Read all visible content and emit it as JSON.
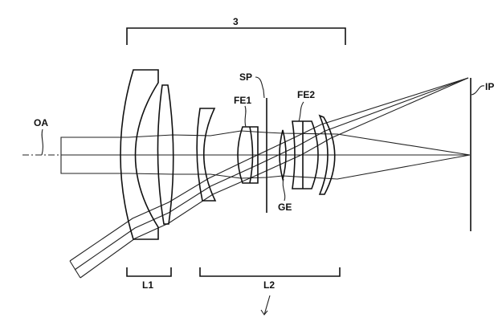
{
  "figure": {
    "labels": {
      "system": "3",
      "optical_axis": "OA",
      "stop": "SP",
      "fe1": "FE1",
      "fe2": "FE2",
      "ge": "GE",
      "image_plane": "IP",
      "group1": "L1",
      "group2": "L2"
    },
    "colors": {
      "ink": "#111111",
      "background": "#ffffff"
    }
  }
}
